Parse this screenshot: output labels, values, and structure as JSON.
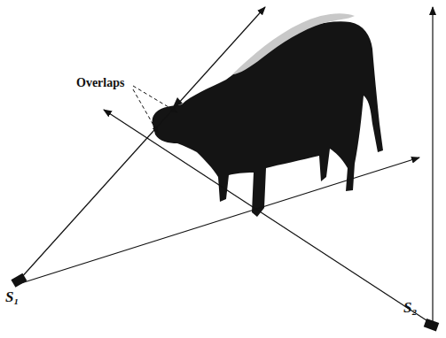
{
  "diagram": {
    "labels": [
      "Overlaps",
      "S₁",
      "S₂"
    ]
  }
}
